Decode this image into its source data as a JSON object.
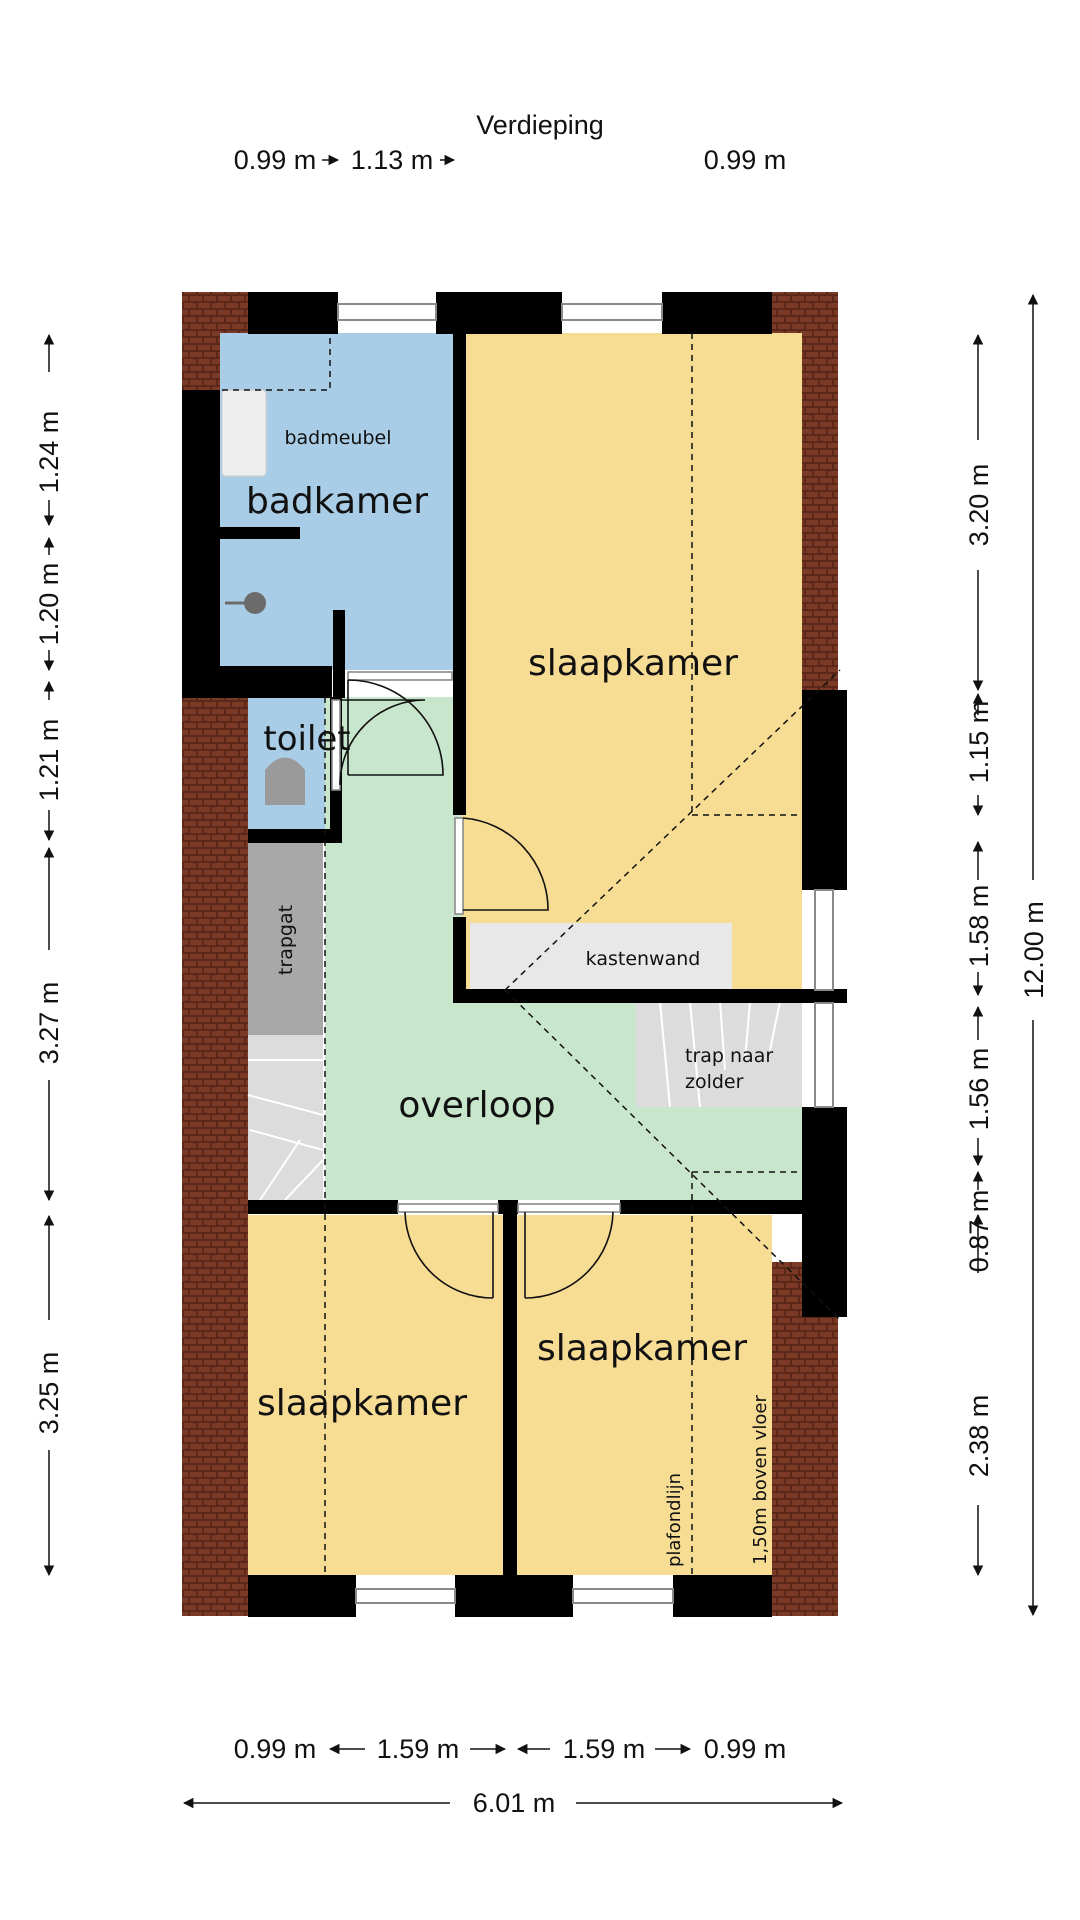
{
  "title": "Verdieping",
  "rooms": {
    "badkamer": "badkamer",
    "slaapkamer_top": "slaapkamer",
    "toilet": "toilet",
    "overloop": "overloop",
    "slaapkamer_bottom_left": "slaapkamer",
    "slaapkamer_bottom_right": "slaapkamer"
  },
  "labels": {
    "badmeubel": "badmeubel",
    "trapgat": "trapgat",
    "kastenwand": "kastenwand",
    "trap_line1": "trap naar",
    "trap_line2": "zolder",
    "plafondlijn": "plafondlijn",
    "boven_vloer": "1,50m boven vloer"
  },
  "dimensions": {
    "top_left": "0.99 m",
    "top_mid": "1.13 m",
    "top_right": "0.99 m",
    "left_1": "1.24 m",
    "left_2": "1.20 m",
    "left_3": "1.21 m",
    "left_4": "3.27 m",
    "left_5": "3.25 m",
    "right_1": "3.20 m",
    "right_2": "1.15 m",
    "right_3": "1.58 m",
    "right_4": "1.56 m",
    "right_5": "0.87 m",
    "right_6": "2.38 m",
    "right_total": "12.00 m",
    "bottom_1": "0.99 m",
    "bottom_2": "1.59 m",
    "bottom_3": "1.59 m",
    "bottom_4": "0.99 m",
    "bottom_total": "6.01 m"
  },
  "colors": {
    "wall": "#000000",
    "roof_brick": "#7b3a26",
    "bathroom": "#a9cde6",
    "bedroom": "#f7dc94",
    "landing": "#c8e6cc",
    "stair": "#bdbdbd",
    "cabinet": "#e8e8e8"
  }
}
